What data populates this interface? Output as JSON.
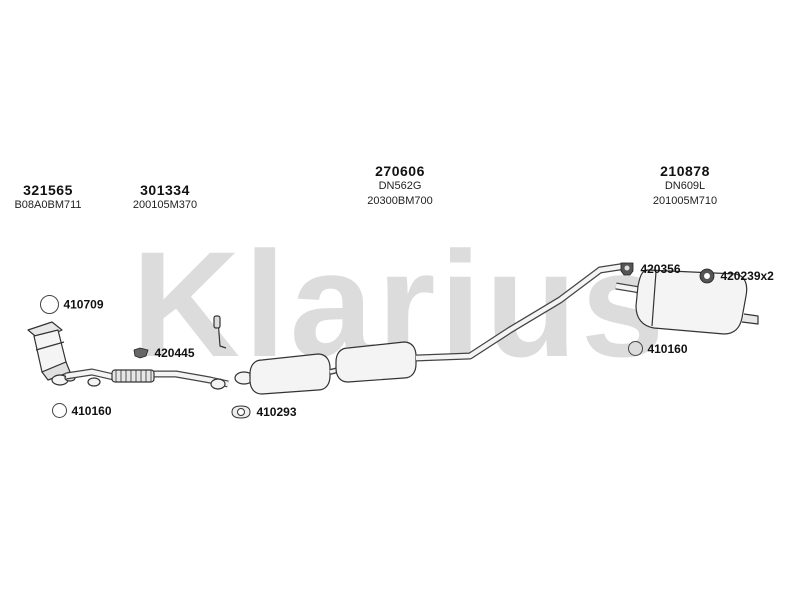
{
  "watermark": {
    "text": "Klarius",
    "color": "#d9d9d9"
  },
  "groups": [
    {
      "part_number": "321565",
      "refs": [
        "B08A0BM711"
      ]
    },
    {
      "part_number": "301334",
      "refs": [
        "200105M370"
      ]
    },
    {
      "part_number": "270606",
      "refs": [
        "DN562G",
        "20300BM700"
      ]
    },
    {
      "part_number": "210878",
      "refs": [
        "DN609L",
        "201005M710"
      ]
    }
  ],
  "callouts": [
    {
      "label": "410709",
      "icon": "ring-icon"
    },
    {
      "label": "420445",
      "icon": "rubber-mount-icon"
    },
    {
      "label": "410160",
      "icon": "ring-icon"
    },
    {
      "label": "410293",
      "icon": "gasket-icon"
    },
    {
      "label": "420356",
      "icon": "rubber-mount-icon"
    },
    {
      "label": "420239x2",
      "icon": "rubber-ring-icon"
    },
    {
      "label": "410160",
      "icon": "ring-icon"
    }
  ]
}
